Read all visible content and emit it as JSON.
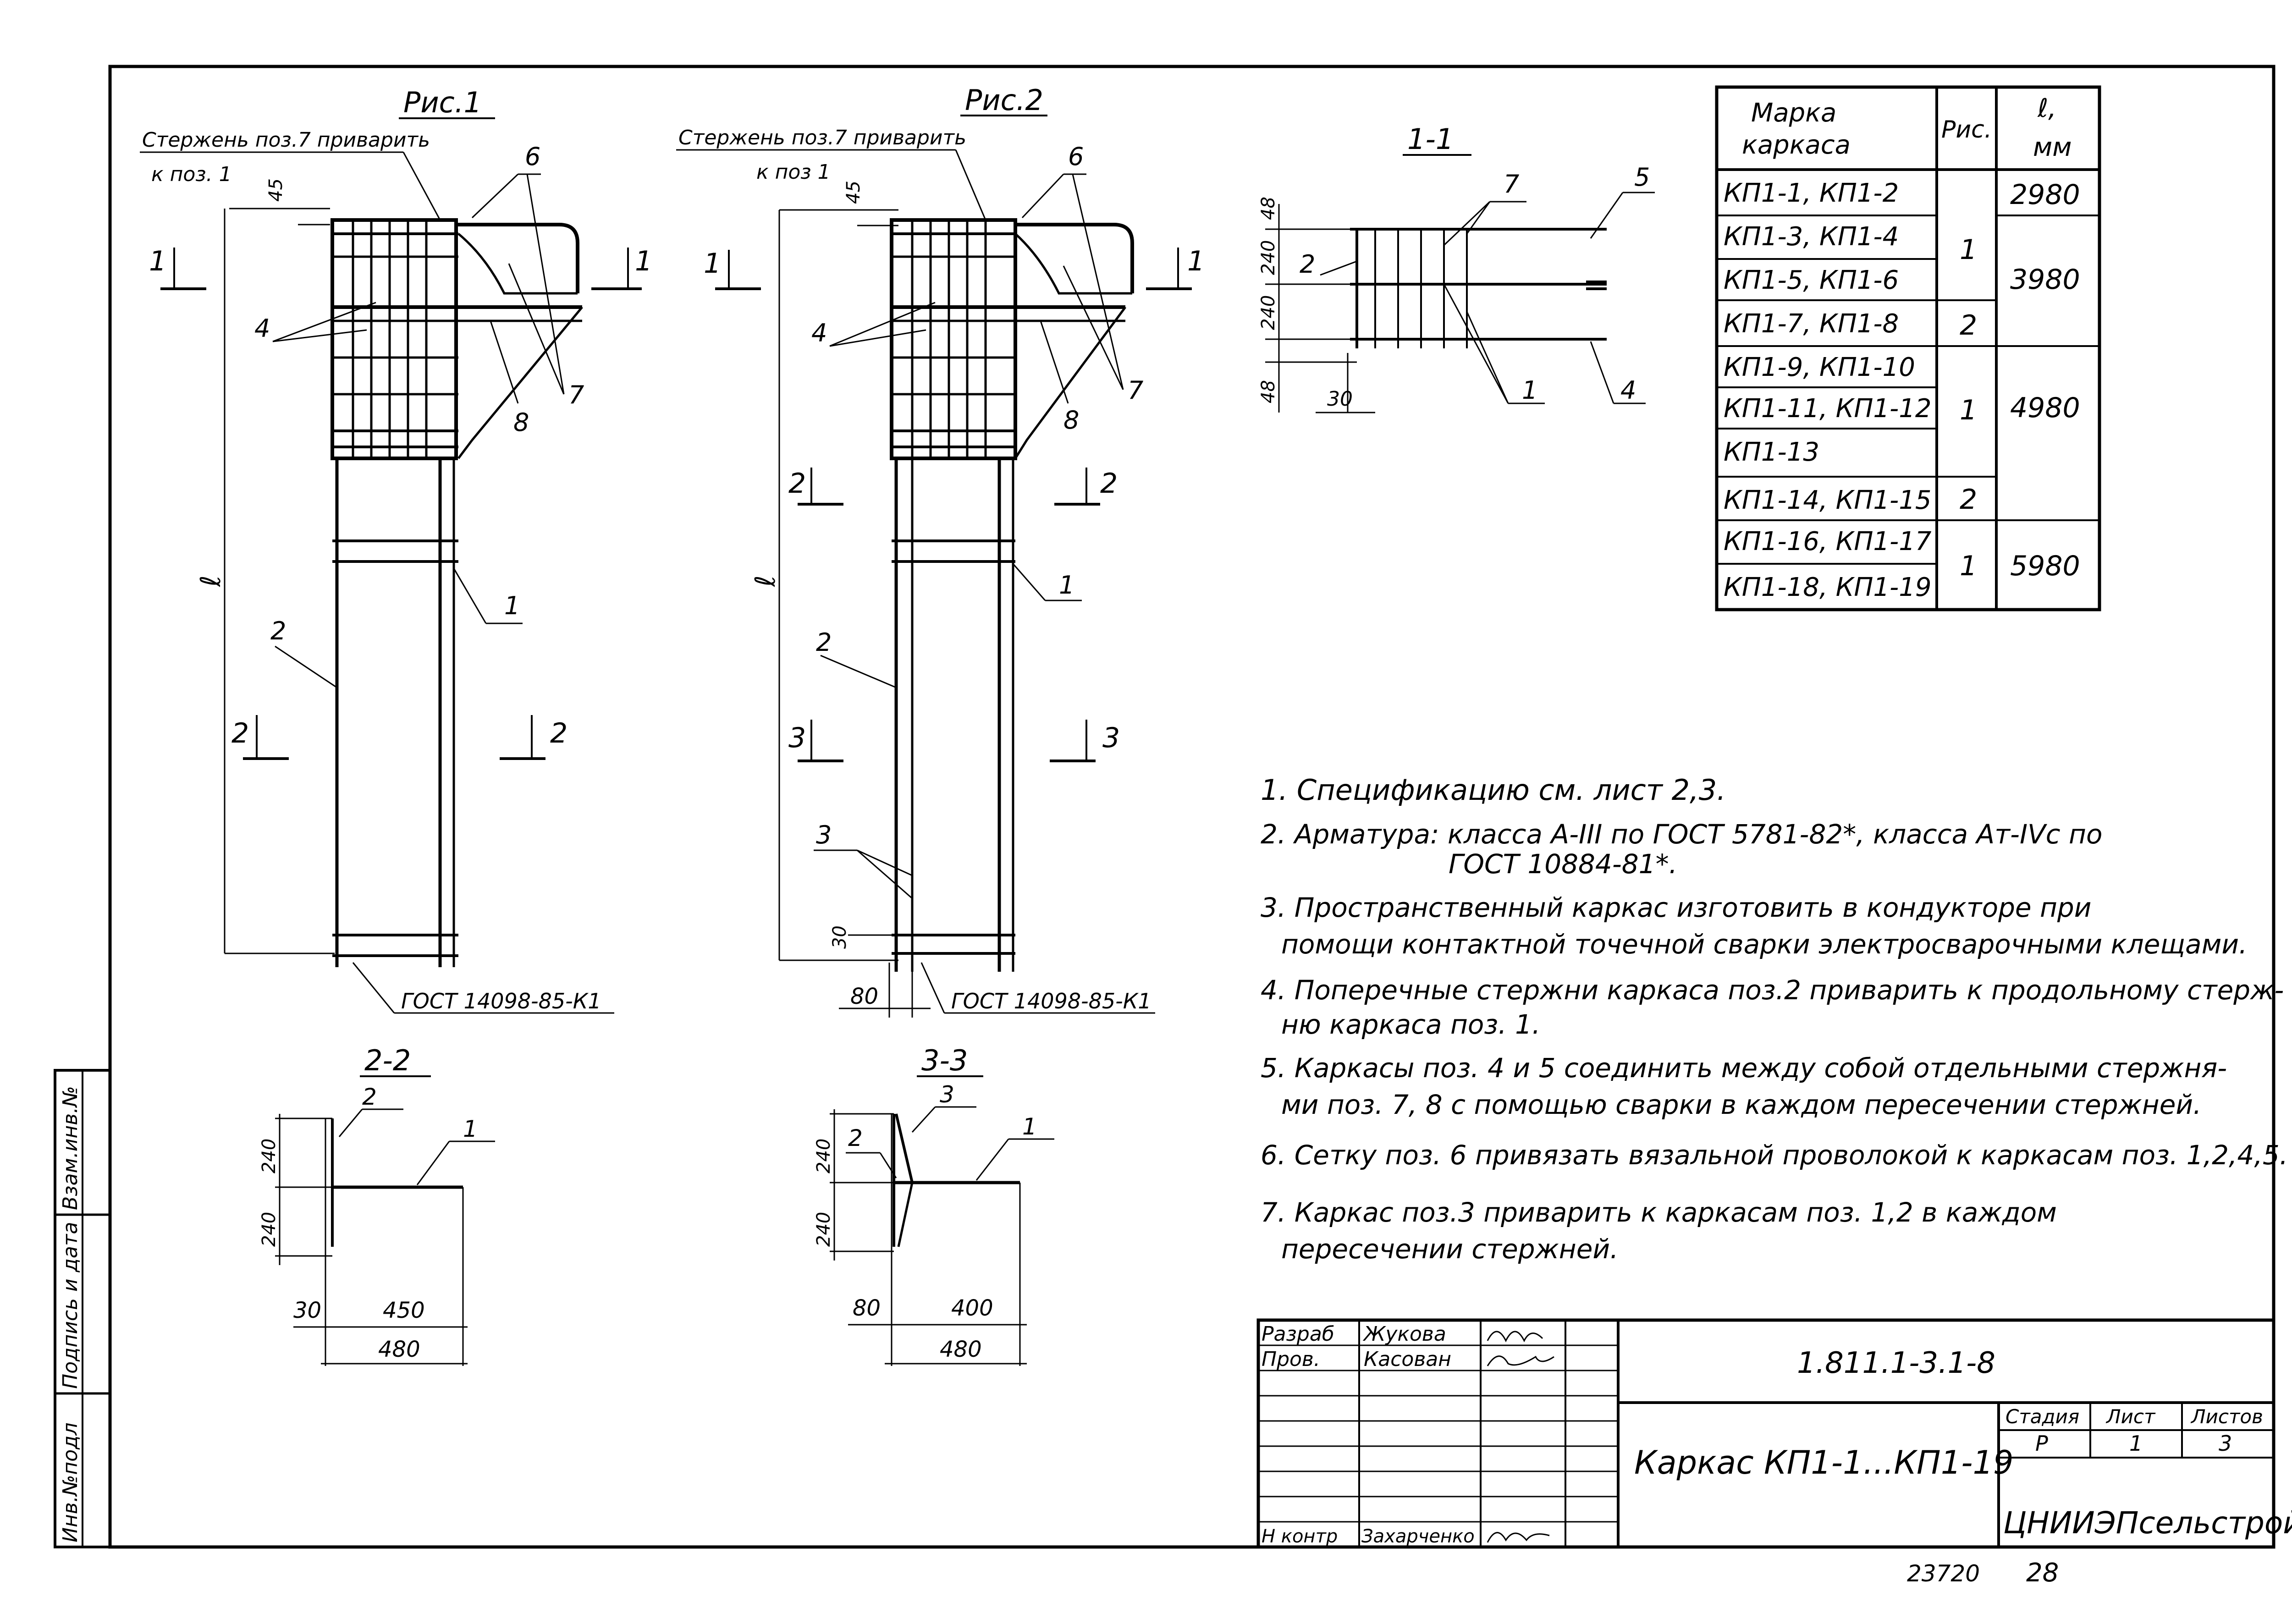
{
  "fig1": {
    "title": "Рис.1",
    "weld_note": "Стержень поз.7 приварить",
    "weld_note2": "к поз. 1",
    "dim_45": "45",
    "dim_l": "ℓ",
    "gost": "ГОСТ 14098-85-К1",
    "pos": {
      "p1": "1",
      "p2": "2",
      "p4": "4",
      "p6": "6",
      "p7": "7",
      "p8": "8"
    },
    "cut1_left": "1",
    "cut1_right": "1",
    "cut2_left": "2",
    "cut2_right": "2"
  },
  "fig2": {
    "title": "Рис.2",
    "weld_note": "Стержень поз.7 приварить",
    "weld_note2": "к поз 1",
    "dim_45": "45",
    "dim_l": "ℓ",
    "dim_30": "30",
    "dim_80": "80",
    "gost": "ГОСТ 14098-85-К1",
    "pos": {
      "p1": "1",
      "p2": "2",
      "p3": "3",
      "p4": "4",
      "p6": "6",
      "p7": "7",
      "p8": "8"
    },
    "cut1_left": "1",
    "cut1_right": "1",
    "cut2_left": "2",
    "cut2_right": "2",
    "cut3_left": "3",
    "cut3_right": "3"
  },
  "section11": {
    "title": "1-1",
    "dims": [
      "48",
      "240",
      "240",
      "48",
      "30"
    ],
    "pos": {
      "p1": "1",
      "p2": "2",
      "p4": "4",
      "p5": "5",
      "p7": "7"
    }
  },
  "section22": {
    "title": "2-2",
    "dims": [
      "240",
      "240",
      "30",
      "450",
      "480"
    ],
    "pos": {
      "p1": "1",
      "p2": "2"
    }
  },
  "section33": {
    "title": "3-3",
    "dims": [
      "240",
      "240",
      "80",
      "400",
      "480"
    ],
    "pos": {
      "p1": "1",
      "p2": "2",
      "p3": "3"
    }
  },
  "spec_table": {
    "headers": [
      "Марка каркаса",
      "Рис.",
      "ℓ, мм"
    ],
    "header_mark_line1": "Марка",
    "header_mark_line2": "каркаса",
    "header_len_line1": "ℓ,",
    "header_len_line2": "мм",
    "rows": [
      "КП1-1, КП1-2",
      "КП1-3, КП1-4",
      "КП1-5, КП1-6",
      "КП1-7, КП1-8",
      "КП1-9, КП1-10",
      "КП1-11, КП1-12",
      "КП1-13",
      "КП1-14, КП1-15",
      "КП1-16, КП1-17",
      "КП1-18, КП1-19"
    ],
    "fig_values": [
      "1",
      "2",
      "1",
      "2",
      "1"
    ],
    "len_values": [
      "2980",
      "3980",
      "4980",
      "5980"
    ]
  },
  "notes": [
    "1. Спецификацию см. лист 2,3.",
    "2. Арматура: класса А-III по ГОСТ 5781-82*, класса Ат-IVc по",
    "ГОСТ 10884-81*.",
    "3. Пространственный каркас изготовить в кондукторе при",
    "помощи контактной точечной сварки электросварочными клещами.",
    "4. Поперечные стержни каркаса поз.2 приварить к продольному стерж-",
    "ню каркаса поз. 1.",
    "5. Каркасы поз. 4 и 5 соединить между собой отдельными стержня-",
    "ми поз. 7, 8 с помощью сварки в каждом пересечении стержней.",
    "6. Сетку поз. 6 привязать вязальной проволокой к каркасам поз. 1,2,4,5.",
    "7. Каркас поз.3 приварить к каркасам поз. 1,2 в каждом",
    "пересечении стержней."
  ],
  "title_block": {
    "roles": [
      "Разраб",
      "Пров.",
      "Н контр"
    ],
    "names": [
      "Жукова",
      "Касован",
      "Захарченко"
    ],
    "doc_code": "1.811.1-3.1-8",
    "drawing_title": "Каркас КП1-1...КП1-19",
    "stage_label": "Стадия",
    "sheet_label": "Лист",
    "sheets_label": "Листов",
    "stage_value": "Р",
    "sheet_value": "1",
    "sheets_value": "3",
    "organization": "ЦНИИЭПсельстрой"
  },
  "side_stamp": {
    "labels": [
      "Взам.инв.№",
      "Подпись и дата",
      "Инв.№подл"
    ]
  },
  "footer": {
    "archive_number": "23720",
    "page_number": "28"
  }
}
